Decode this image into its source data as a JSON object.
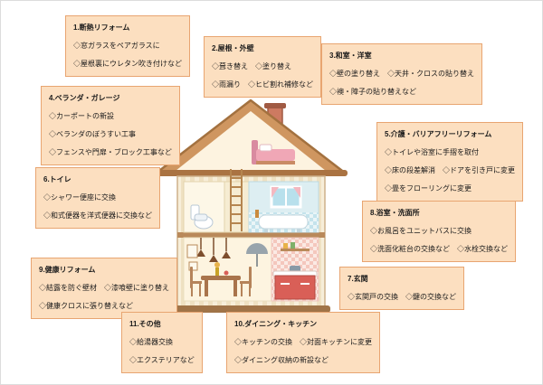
{
  "colors": {
    "box_bg": "#fcdfc0",
    "box_border": "#e8a571",
    "text": "#1a1a1a"
  },
  "boxes": [
    {
      "title": "1.断熱リフォーム",
      "lines": [
        "◇窓ガラスをペアガラスに",
        "◇屋根裏にウレタン吹き付けなど"
      ]
    },
    {
      "title": "2.屋根・外壁",
      "lines": [
        "◇葺き替え　◇塗り替え",
        "◇雨漏り　◇ヒビ割れ補修など"
      ]
    },
    {
      "title": "3.和室・洋室",
      "lines": [
        "◇壁の塗り替え　◇天井・クロスの貼り替え",
        "◇襖・障子の貼り替えなど"
      ]
    },
    {
      "title": "4.ベランダ・ガレージ",
      "lines": [
        "◇カーポートの新設",
        "◇ベランダのぼうすい工事",
        "◇フェンスや門扉・ブロック工事など"
      ]
    },
    {
      "title": "5.介護・バリアフリーリフォーム",
      "lines": [
        "◇トイレや浴室に手摺を取付",
        "◇床の段差解消　◇ドアを引き戸に変更",
        "◇畳をフローリングに変更"
      ]
    },
    {
      "title": "6.トイレ",
      "lines": [
        "◇シャワー便座に交換",
        "◇和式便器を洋式便器に交換など"
      ]
    },
    {
      "title": "7.玄関",
      "lines": [
        "◇玄関戸の交換　◇鍵の交換など"
      ]
    },
    {
      "title": "8.浴室・洗面所",
      "lines": [
        "◇お風呂をユニットバスに交換",
        "◇洗面化粧台の交換など　◇水栓交換など"
      ]
    },
    {
      "title": "9.健康リフォーム",
      "lines": [
        "◇結露を防ぐ壁材　◇漆喰壁に塗り替え",
        "◇健康クロスに張り替えなど"
      ]
    },
    {
      "title": "10.ダイニング・キッチン",
      "lines": [
        "◇キッチンの交換　◇対面キッチンに変更",
        "◇ダイニング収納の新設など"
      ]
    },
    {
      "title": "11.その他",
      "lines": [
        "◇給湯器交換",
        "◇エクステリアなど"
      ]
    }
  ]
}
